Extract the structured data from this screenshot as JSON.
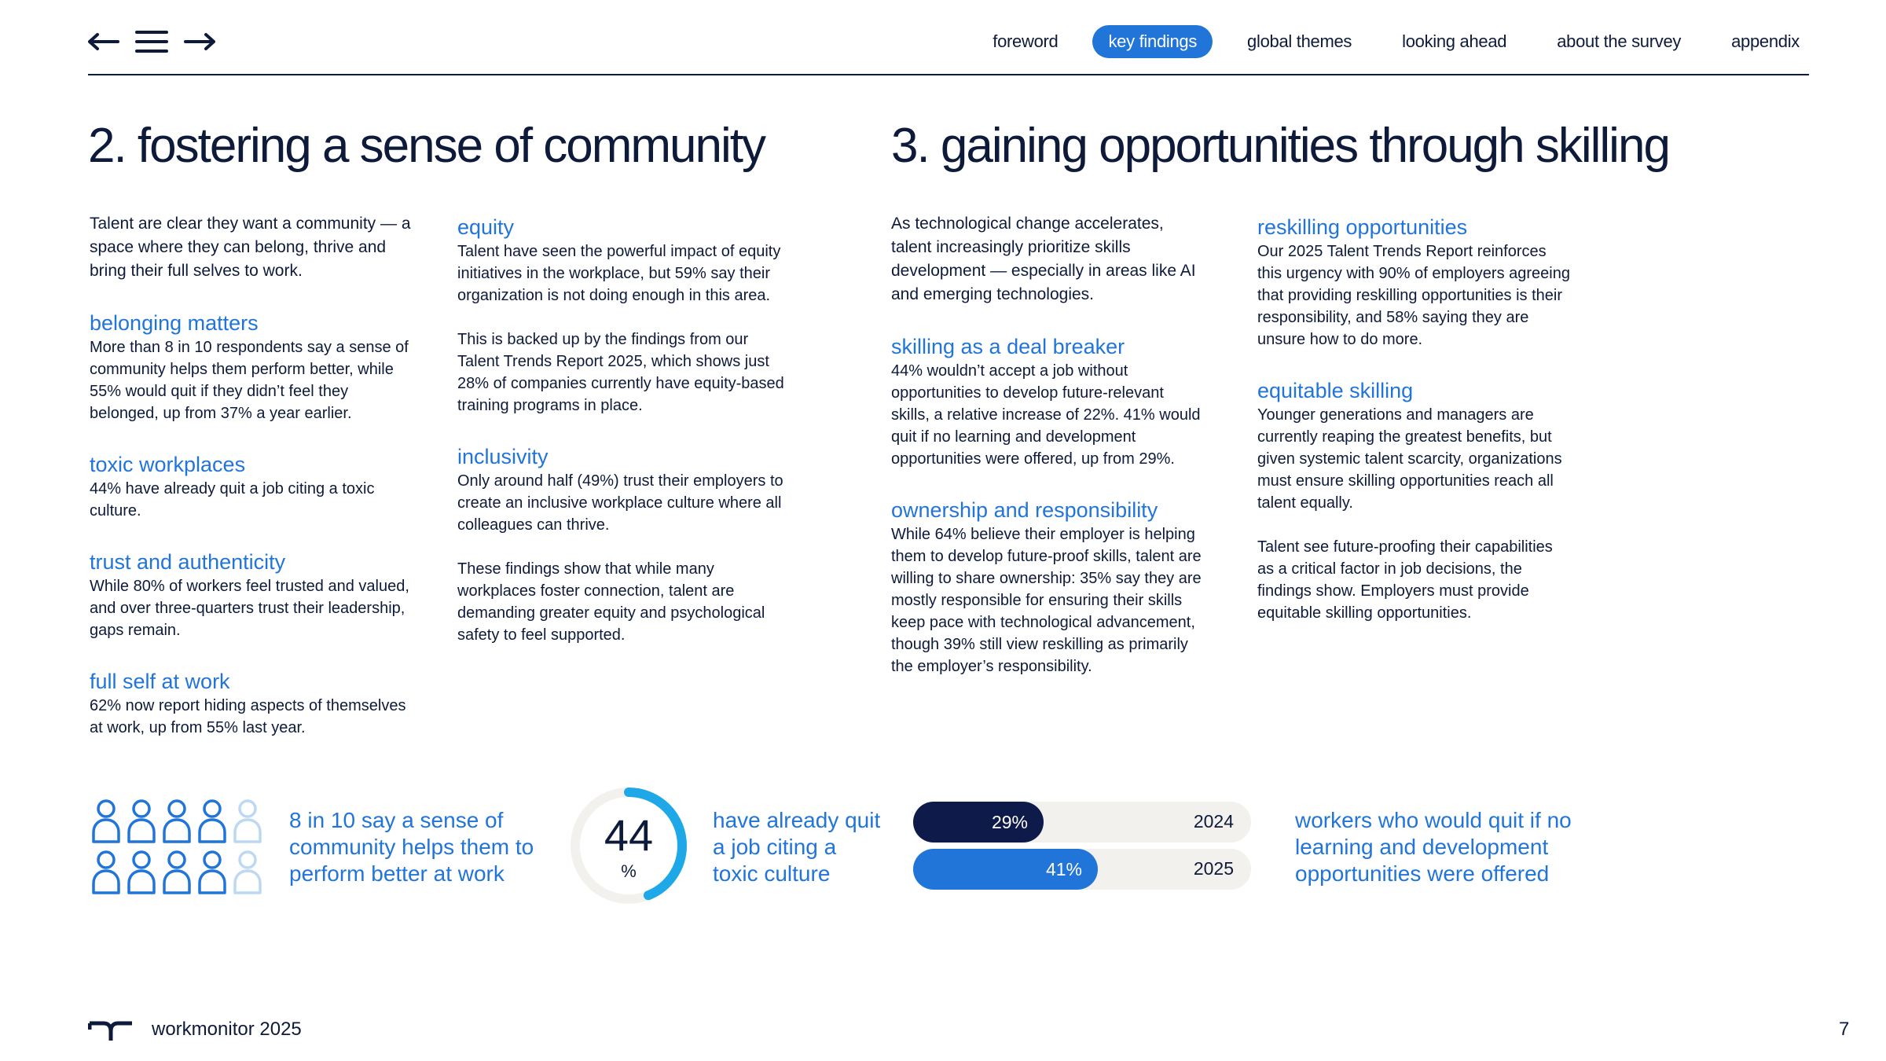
{
  "nav": {
    "items": [
      {
        "label": "foreword",
        "active": false
      },
      {
        "label": "key findings",
        "active": true
      },
      {
        "label": "global themes",
        "active": false
      },
      {
        "label": "looking ahead",
        "active": false
      },
      {
        "label": "about the survey",
        "active": false
      },
      {
        "label": "appendix",
        "active": false
      }
    ]
  },
  "section2": {
    "title": "2.  fostering a sense of community",
    "intro": "Talent are clear they want a community — a space where they can belong, thrive and bring their full selves to work.",
    "blocks": [
      {
        "heading": "belonging matters",
        "text": "More than 8 in 10 respondents say a sense of community helps them perform better, while 55% would quit if they didn’t feel they belonged, up from 37% a year earlier."
      },
      {
        "heading": "toxic workplaces",
        "text": "44% have already quit a job citing a toxic culture."
      },
      {
        "heading": "trust and authenticity",
        "text": "While 80% of workers feel trusted and valued, and over three-quarters trust their leadership, gaps remain."
      },
      {
        "heading": "full self at work",
        "text": "62% now report hiding aspects of themselves at work, up from 55% last year."
      },
      {
        "heading": "equity",
        "text": "Talent have seen the powerful impact of equity initiatives in the workplace, but 59% say their organization is not doing enough in this area.",
        "text2": "This is backed up by the findings from our Talent Trends Report 2025, which shows just 28% of companies currently have equity-based training programs in place."
      },
      {
        "heading": "inclusivity",
        "text": "Only around half (49%) trust their employers to create an inclusive workplace culture where all colleagues can thrive.",
        "text2": "These findings show that while many workplaces foster connection, talent are demanding greater equity and psychological safety to feel supported."
      }
    ]
  },
  "section3": {
    "title": "3. gaining opportunities through skilling",
    "intro": "As technological change accelerates, talent increasingly prioritize skills development — especially in areas like AI and emerging technologies.",
    "blocks": [
      {
        "heading": "skilling as a deal breaker",
        "text": "44% wouldn’t accept a job without opportunities to develop future-relevant skills, a relative increase of 22%. 41% would quit if no learning and development opportunities were offered, up from 29%."
      },
      {
        "heading": "ownership and responsibility",
        "text": "While 64% believe their employer is helping them to develop future-proof skills, talent are willing to share ownership: 35% say they are mostly responsible for ensuring their skills keep pace with technological advancement, though 39% still view reskilling as primarily the employer’s responsibility."
      },
      {
        "heading": "reskilling opportunities",
        "text": "Our 2025 Talent Trends Report reinforces this urgency with 90% of employers agreeing that providing reskilling opportunities is their responsibility, and 58% saying they are unsure how to do more."
      },
      {
        "heading": "equitable skilling",
        "text": "Younger generations and managers are currently reaping the greatest benefits, but given systemic talent scarcity, organizations must ensure skilling opportunities reach all talent equally.",
        "text2": "Talent see future-proofing their capabilities as a critical factor in job decisions, the findings show. Employers must provide equitable skilling opportunities."
      }
    ]
  },
  "stats": {
    "community": {
      "text": "8 in 10 say a sense of community helps them to perform better at work",
      "filled": 8,
      "total": 10,
      "color": "#2175d9",
      "empty_color": "#bcd8f2"
    },
    "toxic": {
      "value": "44",
      "unit": "%",
      "fraction": 0.44,
      "text": "have already quit a job citing a toxic culture",
      "color": "#1fa8e8"
    },
    "quit_bars": {
      "text": "workers who would quit if no learning and development opportunities were offered",
      "rows": [
        {
          "year": "2024",
          "label": "29%",
          "value": 29,
          "color": "#0d1a4a"
        },
        {
          "year": "2025",
          "label": "41%",
          "value": 41,
          "color": "#2175d9"
        }
      ]
    }
  },
  "footer": {
    "brand": "workmonitor 2025",
    "page": "7"
  }
}
